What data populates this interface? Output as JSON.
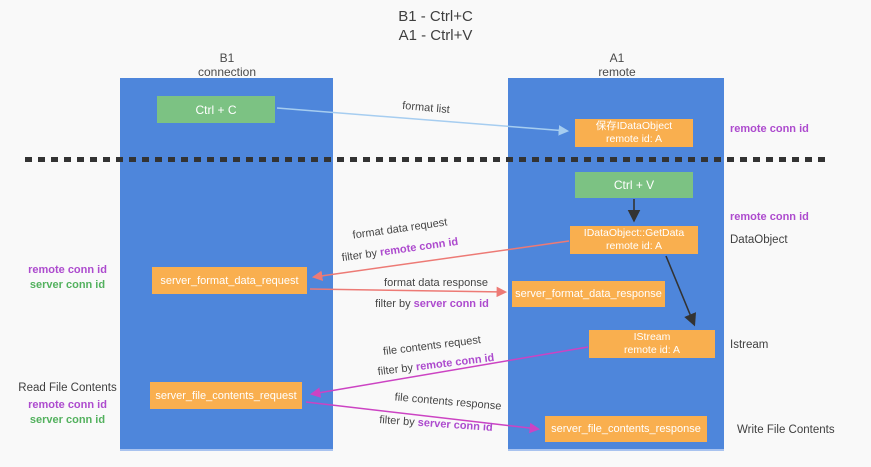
{
  "title": {
    "line1": "B1 - Ctrl+C",
    "line2": "A1 - Ctrl+V"
  },
  "lifelines": {
    "b1": {
      "name": "B1",
      "role": "connection"
    },
    "a1": {
      "name": "A1",
      "role": "remote"
    }
  },
  "nodes": {
    "ctrl_c": {
      "label": "Ctrl + C"
    },
    "ctrl_v": {
      "label": "Ctrl + V"
    },
    "save_idataobject": {
      "line1": "保存IDataObject",
      "line2": "remote id: A"
    },
    "getdata": {
      "line1": "IDataObject::GetData",
      "line2": "remote id: A"
    },
    "istream": {
      "line1": "IStream",
      "line2": "remote id: A"
    },
    "format_request": {
      "label": "server_format_data_request"
    },
    "format_response": {
      "label": "server_format_data_response"
    },
    "file_request": {
      "label": "server_file_contents_request"
    },
    "file_response": {
      "label": "server_file_contents_response"
    }
  },
  "arrow_labels": {
    "format_list": "format list",
    "format_data_request": "format data request",
    "format_data_response": "format data response",
    "file_contents_request": "file contents request",
    "file_contents_response": "file contents response",
    "filter_by": "filter by ",
    "remote_conn_id": "remote conn id",
    "server_conn_id": "server conn id"
  },
  "side_labels": {
    "right_remote_conn_id_top": "remote conn id",
    "right_remote_conn_id_mid": "remote conn id",
    "data_object": "DataObject",
    "istream": "Istream",
    "write_file_contents": "Write File Contents",
    "left_remote_conn_id_mid": "remote conn id",
    "left_server_conn_id_mid": "server conn id",
    "read_file_contents": "Read File Contents",
    "left_remote_conn_id_bottom": "remote conn id",
    "left_server_conn_id_bottom": "server conn id"
  },
  "colors": {
    "lifeline_blue": "#4e86db",
    "node_green": "#7cc283",
    "node_orange": "#f9af4f",
    "purple_text": "#ad4bce",
    "green_text": "#53b15e",
    "red_arrow": "#ed7a75",
    "magenta_arrow": "#cc43c3",
    "light_blue_arrow": "#a6cdf0",
    "black_arrow": "#333333",
    "background": "#f9f9f9"
  }
}
